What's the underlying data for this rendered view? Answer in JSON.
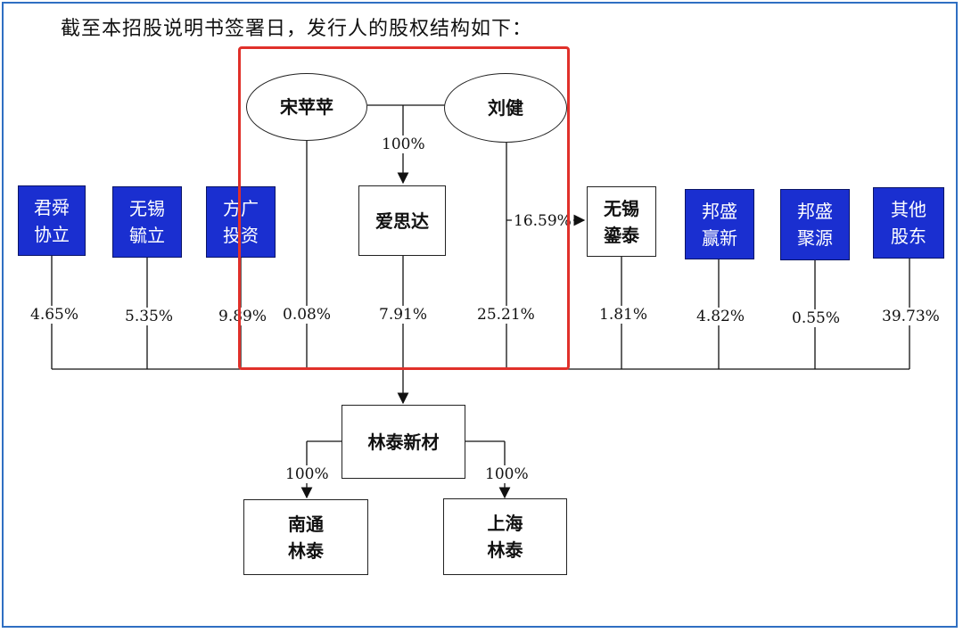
{
  "heading": "截至本招股说明书签署日，发行人的股权结构如下：",
  "persons": {
    "song": "宋苹苹",
    "liu": "刘健"
  },
  "aisida": {
    "name": "爱思达",
    "from_song_pct": "100%",
    "from_liu_pct": "16.59%"
  },
  "shareholders": [
    {
      "line1": "君舜",
      "line2": "协立",
      "pct": "4.65%"
    },
    {
      "line1": "无锡",
      "line2": "毓立",
      "pct": "5.35%"
    },
    {
      "line1": "方广",
      "line2": "投资",
      "pct": "9.89%"
    },
    {
      "line1": "无锡",
      "line2": "鎏泰",
      "pct": "1.81%"
    },
    {
      "line1": "邦盛",
      "line2": "赢新",
      "pct": "4.82%"
    },
    {
      "line1": "邦盛",
      "line2": "聚源",
      "pct": "0.55%"
    },
    {
      "line1": "其他",
      "line2": "股东",
      "pct": "39.73%"
    }
  ],
  "direct_pcts": {
    "song": "0.08%",
    "aisida": "7.91%",
    "liu": "25.21%"
  },
  "company": {
    "name": "林泰新材"
  },
  "subsidiaries": [
    {
      "line1": "南通",
      "line2": "林泰",
      "pct": "100%"
    },
    {
      "line1": "上海",
      "line2": "林泰",
      "pct": "100%"
    }
  ],
  "colors": {
    "blue_box": "#1a2fd0",
    "highlight": "#e0302a",
    "frame": "#2f6fc2"
  }
}
